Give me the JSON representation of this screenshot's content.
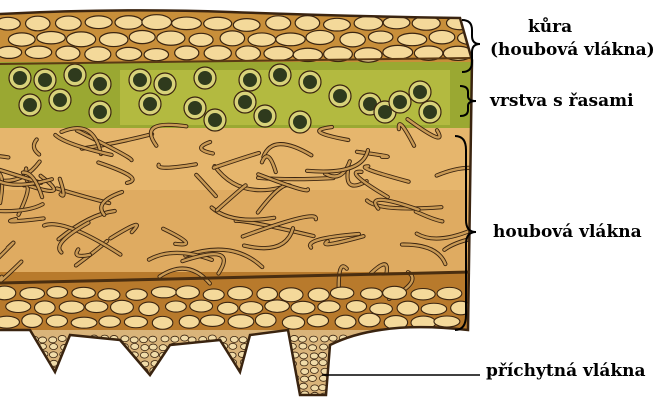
{
  "labels": {
    "cortex_line1": "kůra",
    "cortex_line2": "(houbová vlákna)",
    "algae_layer": "vrstva s řasami",
    "medulla": "houbová vlákna",
    "rhizines": "příchytná vlákna"
  },
  "colors": {
    "cortex_fill": "#c88f3a",
    "cell_fill": "#f4d99a",
    "algae_background": "#9aa832",
    "algae_cell": "#2f3a1d",
    "medulla_background": "#e6b66d",
    "hypha": "#a9702b",
    "lower_cortex": "#b87a2c",
    "rhizine": "#d9b47a",
    "outline": "#3a2410"
  },
  "icons": [
    "brace-cortex",
    "brace-algae",
    "brace-medulla",
    "rhizine-leader-line"
  ]
}
